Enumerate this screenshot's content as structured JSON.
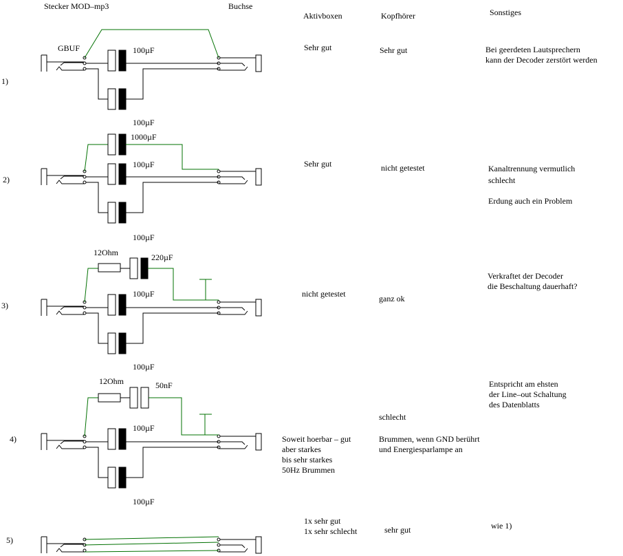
{
  "headers": {
    "plug": "Stecker MOD–mp3",
    "socket": "Buchse",
    "active_speakers": "Aktivboxen",
    "headphones": "Kopfhörer",
    "other": "Sonstiges"
  },
  "rows": [
    {
      "number": "1)",
      "labels": {
        "gbuf": "GBUF",
        "cap_top": "100µF",
        "cap_bottom": "100µF"
      },
      "active_speakers": "Sehr gut",
      "headphones": "Sehr gut",
      "other": "Bei geerdeten Lautsprechern\nkann der Decoder zerstört werden"
    },
    {
      "number": "2)",
      "labels": {
        "cap_extra": "1000µF",
        "cap_top": "100µF",
        "cap_bottom": "100µF"
      },
      "active_speakers": "Sehr gut",
      "headphones": "nicht getestet",
      "other": "Kanaltrennung vermutlich\nschlecht",
      "other_2": "Erdung auch ein Problem"
    },
    {
      "number": "3)",
      "labels": {
        "resistor": "12Ohm",
        "cap_extra": "220µF",
        "cap_top": "100µF",
        "cap_bottom": "100µF"
      },
      "active_speakers": "nicht getestet",
      "headphones": "ganz ok",
      "other": "Verkraftet der Decoder\ndie Beschaltung dauerhaft?"
    },
    {
      "number": "4)",
      "labels": {
        "resistor": "12Ohm",
        "cap_extra": "50nF",
        "cap_top": "100µF",
        "cap_bottom": "100µF"
      },
      "active_speakers": "Soweit hoerbar – gut\naber starkes\nbis sehr starkes\n50Hz Brummen",
      "headphones_top": "schlecht",
      "headphones": "Brummen, wenn GND berührt\nund Energiesparlampe an",
      "other": "Entspricht am ehsten\nder Line–out Schaltung\ndes Datenblatts"
    },
    {
      "number": "5)",
      "active_speakers": "1x sehr gut\n1x sehr schlecht",
      "headphones": "sehr gut",
      "other": "wie 1)"
    }
  ],
  "colors": {
    "wire": "#000000",
    "ground_wire": "#007000"
  }
}
